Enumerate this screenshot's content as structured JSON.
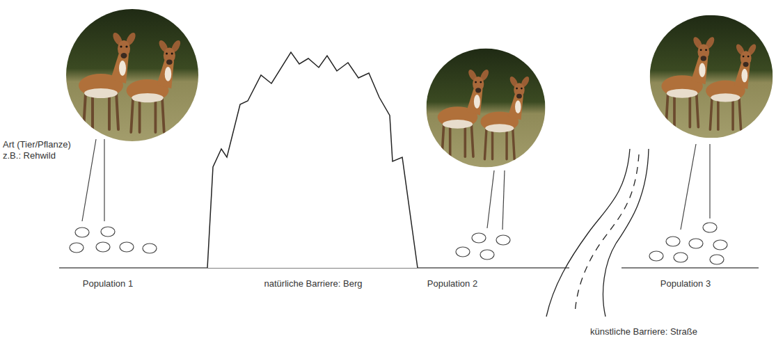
{
  "diagram": {
    "labels": [
      "Art (Tier/Pflanze) z.B.: Rehwild",
      "Population 1",
      "natürliche Barriere: Berg",
      "Population 2",
      "Population 3",
      "künstliche Barriere: Straße"
    ]
  }
}
